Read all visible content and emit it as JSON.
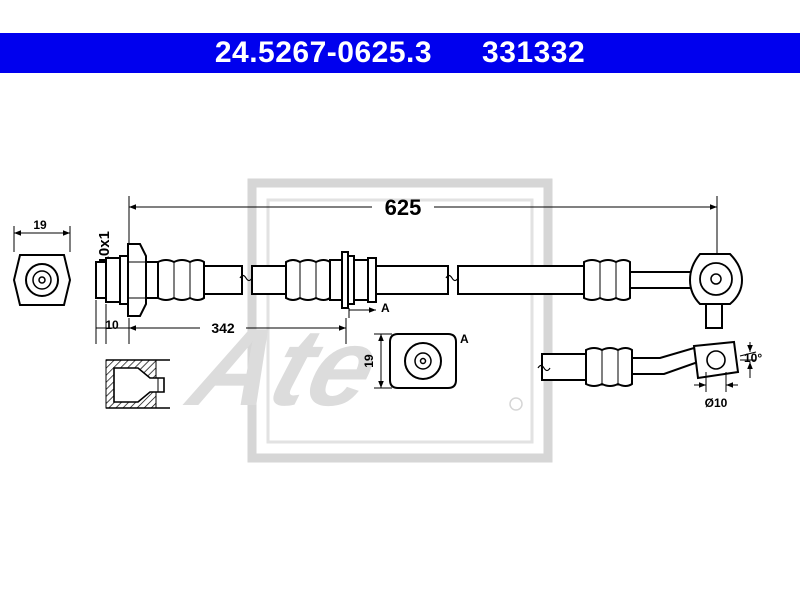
{
  "header": {
    "part_number": "24.5267-0625.3",
    "ref_number": "331332",
    "bg_color": "#0000ee",
    "text_color": "#ffffff"
  },
  "dimensions": {
    "overall_length": "625",
    "fitting_length": "342",
    "end_offset": "10",
    "end_width": "19",
    "thread": "M10x1",
    "section_height": "19",
    "section_label": "A",
    "section_marker": "A",
    "angle": "10°",
    "eye_diameter": "Ø10"
  },
  "watermark": {
    "text": "Ate",
    "color": "#d6d6d6"
  }
}
